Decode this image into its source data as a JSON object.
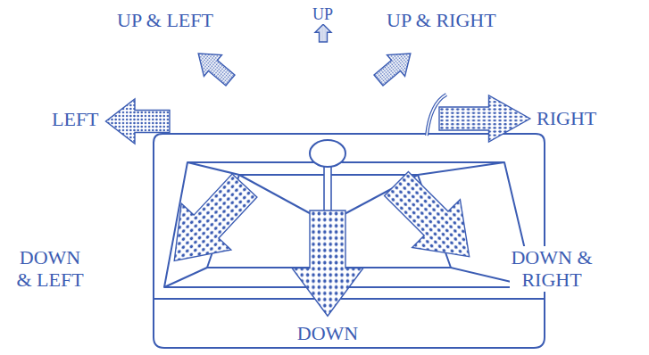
{
  "diagram": {
    "labels": [
      "UP & LEFT",
      "UP",
      "UP & RIGHT",
      "LEFT",
      "RIGHT",
      "DOWN & LEFT",
      "DOWN & RIGHT",
      "DOWN"
    ]
  }
}
